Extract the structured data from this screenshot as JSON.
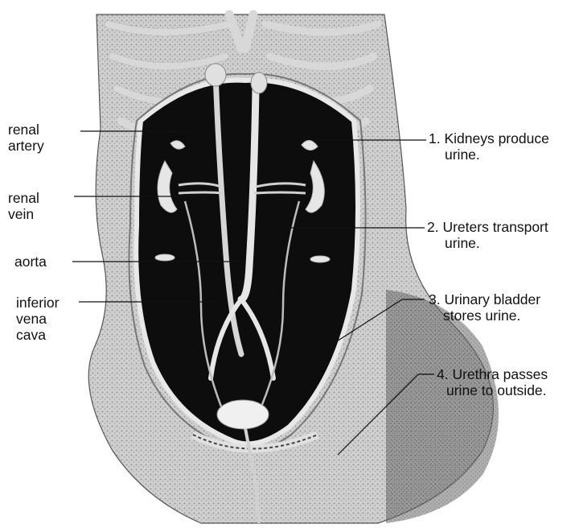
{
  "left_labels": [
    {
      "id": "renal-artery",
      "lines": [
        "renal",
        "artery"
      ]
    },
    {
      "id": "renal-vein",
      "lines": [
        "renal",
        "vein"
      ]
    },
    {
      "id": "aorta",
      "lines": [
        "aorta"
      ]
    },
    {
      "id": "inferior-vena-cava",
      "lines": [
        "inferior",
        "vena",
        "cava"
      ]
    }
  ],
  "right_labels": [
    {
      "id": "kidneys",
      "lines": [
        "1. Kidneys produce",
        "urine."
      ]
    },
    {
      "id": "ureters",
      "lines": [
        "2. Ureters transport",
        "urine."
      ]
    },
    {
      "id": "bladder",
      "lines": [
        "3. Urinary bladder",
        "stores urine."
      ]
    },
    {
      "id": "urethra",
      "lines": [
        "4. Urethra passes",
        "urine to outside."
      ]
    }
  ],
  "colors": {
    "background": "#ffffff",
    "cavity": "#0d0d0d",
    "organ": "#e6e6e6",
    "line": "#111111"
  }
}
